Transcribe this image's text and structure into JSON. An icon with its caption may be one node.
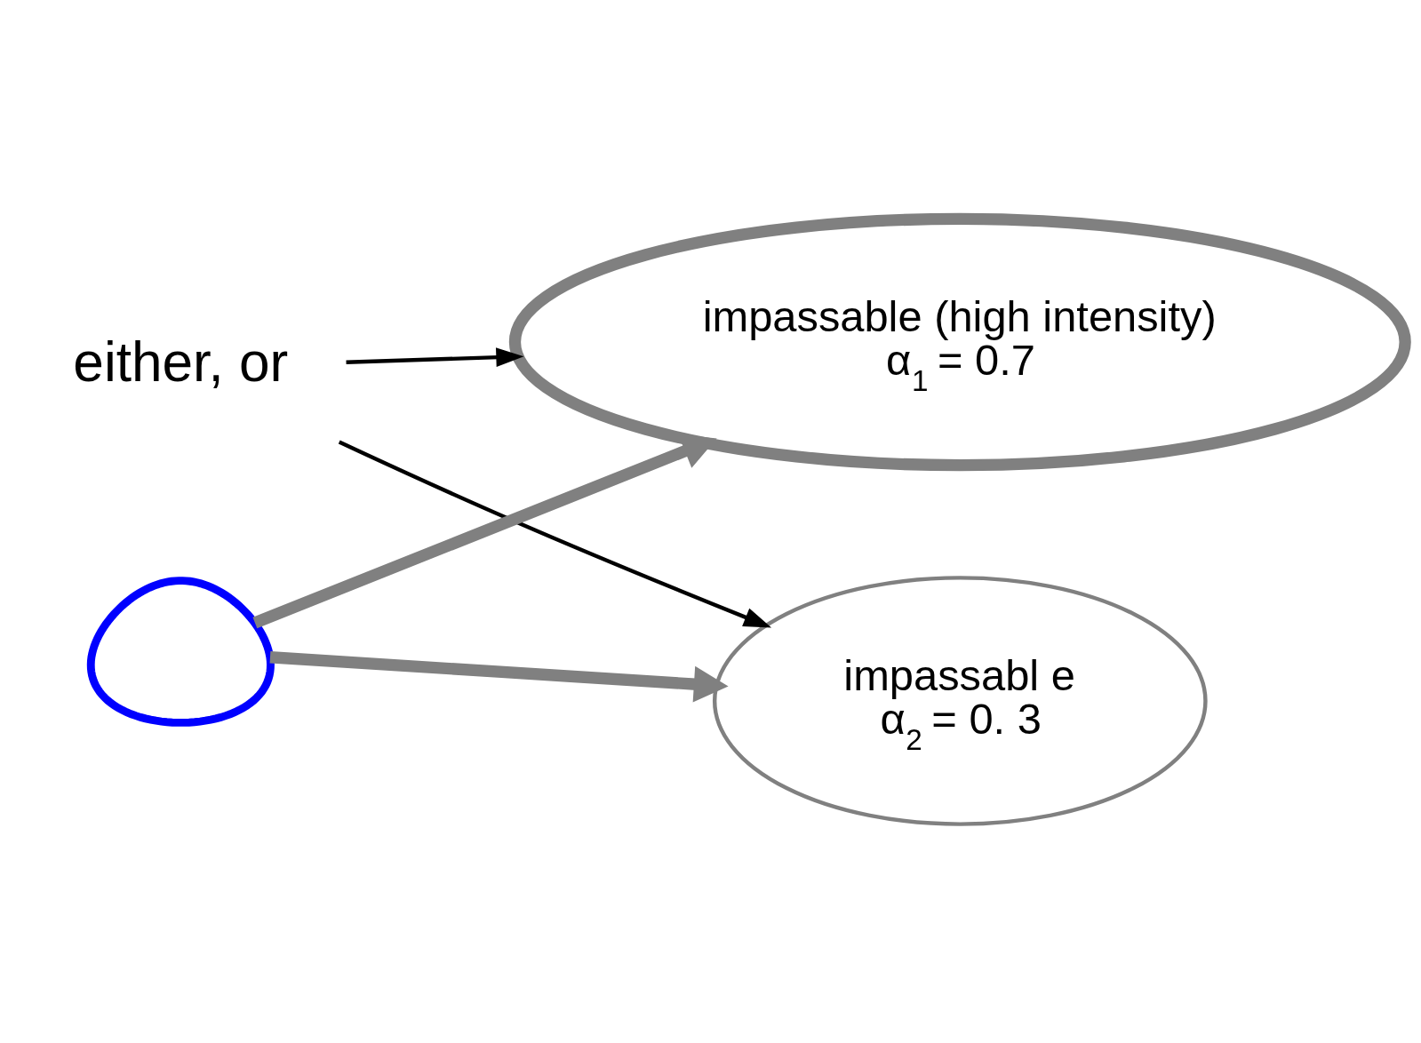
{
  "diagram": {
    "nodes": [
      {
        "text": [
          "either, or"
        ]
      },
      {
        "text": [],
        "shape": "blob"
      },
      {
        "text": [
          "impassable (high intensity)",
          "α$_{1}$ = 0.7"
        ]
      },
      {
        "text": [
          "impassabl e",
          "α$_{2}$ = 0. 3"
        ]
      }
    ],
    "edges": [
      {
        "from": 0,
        "to": 2,
        "arrow": "to"
      },
      {
        "from": 0,
        "to": 3,
        "arrow": "to"
      },
      {
        "from": 1,
        "to": 2,
        "arrow": "to",
        "style": "thick",
        "color": "#808080"
      },
      {
        "from": 1,
        "to": 3,
        "arrow": "to",
        "style": "thick",
        "color": "#808080"
      }
    ]
  }
}
